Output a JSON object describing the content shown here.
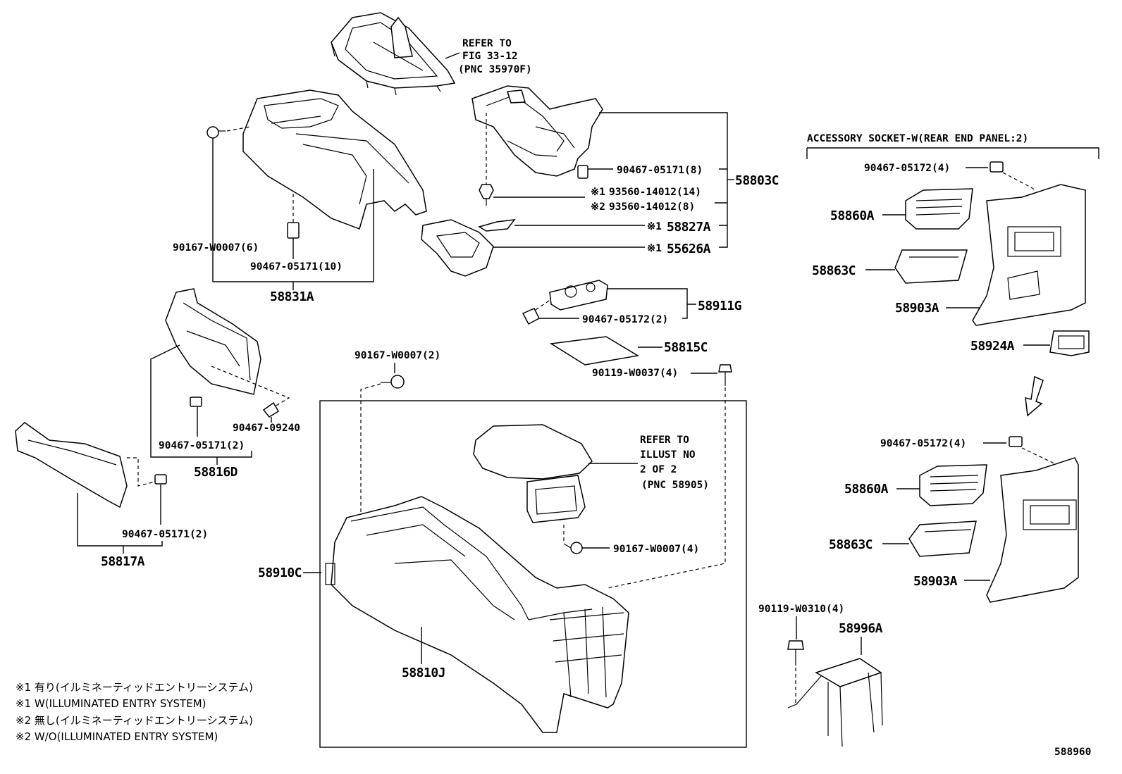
{
  "refer_fig": [
    "REFER TO",
    "FIG 33-12",
    "(PNC 35970F)"
  ],
  "refer_illust": [
    "REFER TO",
    "ILLUST NO",
    "2 OF 2",
    "(PNC 58905)"
  ],
  "accessory_header": "ACCESSORY SOCKET-W(REAR END PANEL:2)",
  "parts": {
    "p58803C": "58803C",
    "p90467_05171_8": "90467-05171(8)",
    "p93560_14": "93560-14012(14)",
    "p93560_8": "93560-14012(8)",
    "p58827A": "58827A",
    "p55626A": "55626A",
    "p90167_W0007_6": "90167-W0007(6)",
    "p90467_05171_10": "90467-05171(10)",
    "p58831A": "58831A",
    "p58911G": "58911G",
    "p90467_05172_2": "90467-05172(2)",
    "p58815C": "58815C",
    "p90119_W0037_4": "90119-W0037(4)",
    "p90167_W0007_2": "90167-W0007(2)",
    "p90467_09240": "90467-09240",
    "p90467_05171_2a": "90467-05171(2)",
    "p58816D": "58816D",
    "p90467_05171_2b": "90467-05171(2)",
    "p58817A": "58817A",
    "p58910C": "58910C",
    "p90167_W0007_4": "90167-W0007(4)",
    "p58810J": "58810J",
    "p90119_W0310_4": "90119-W0310(4)",
    "p58996A": "58996A",
    "p90467_05172_4a": "90467-05172(4)",
    "p58860A_a": "58860A",
    "p58863C_a": "58863C",
    "p58903A_a": "58903A",
    "p58924A": "58924A",
    "p90467_05172_4b": "90467-05172(4)",
    "p58860A_b": "58860A",
    "p58863C_b": "58863C",
    "p58903A_b": "58903A"
  },
  "marks": {
    "m1": "※1",
    "m2": "※2"
  },
  "notes": [
    "※1 有り(イルミネーティッドエントリーシステム)",
    "※1 W(ILLUMINATED ENTRY SYSTEM)",
    "※2 無し(イルミネーティッドエントリーシステム)",
    "※2 W/O(ILLUMINATED ENTRY SYSTEM)"
  ],
  "illustration_code": "588960"
}
